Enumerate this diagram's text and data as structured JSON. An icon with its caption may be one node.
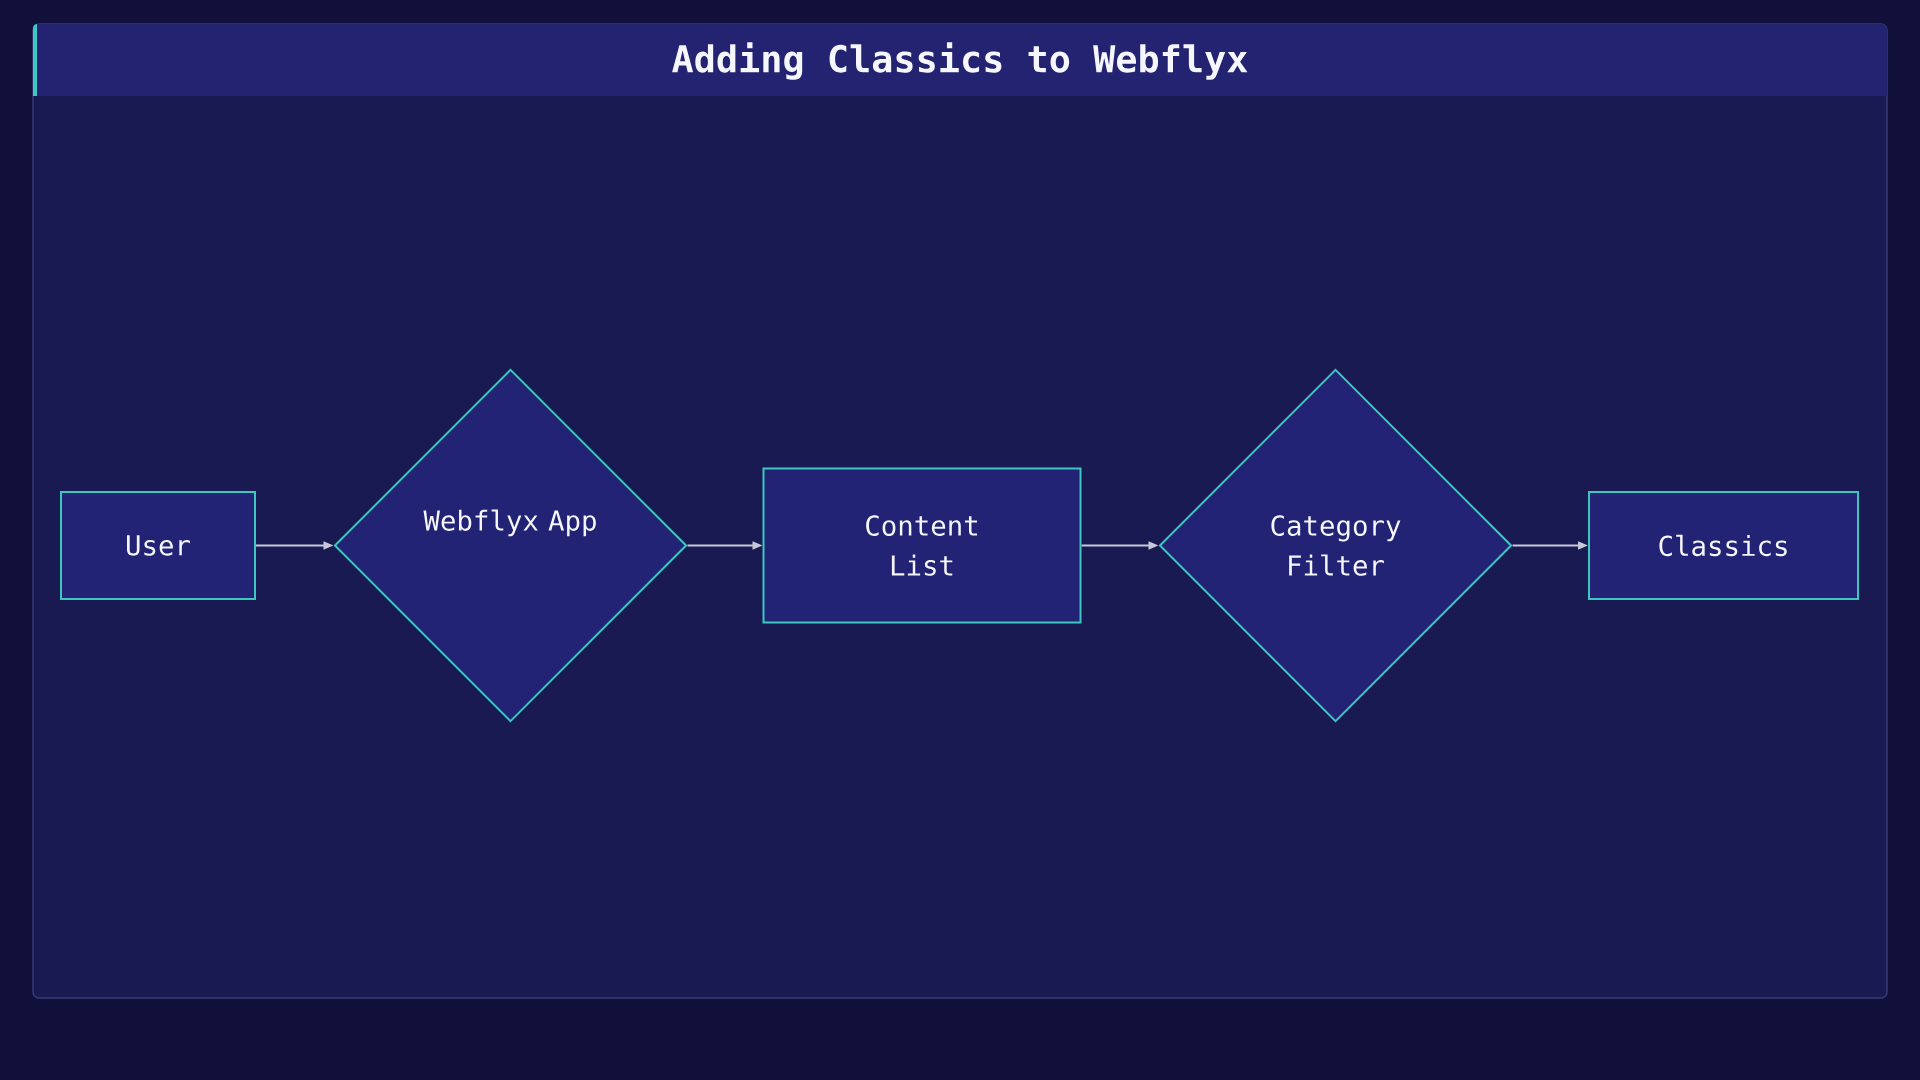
{
  "diagram": {
    "title": "Adding Classics to Webflyx",
    "nodes": [
      {
        "text": [
          "User"
        ]
      },
      {
        "text": [
          "Webflyx App"
        ]
      },
      {
        "text": [
          "Content List"
        ]
      },
      {
        "text": [
          "Category Filter"
        ]
      },
      {
        "text": [
          "Classics"
        ]
      }
    ],
    "edges": [
      {
        "from": 0,
        "to": 1,
        "arrow": "to"
      },
      {
        "from": 1,
        "to": 2,
        "arrow": "to"
      },
      {
        "from": 2,
        "to": 3,
        "arrow": "to"
      },
      {
        "from": 3,
        "to": 4,
        "arrow": "to"
      }
    ]
  }
}
